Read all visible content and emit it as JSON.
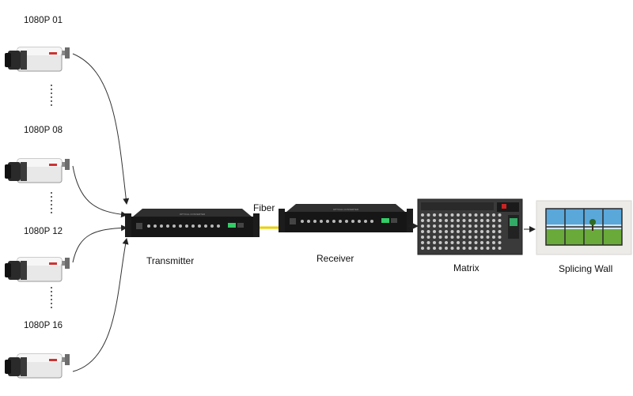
{
  "cameras": [
    {
      "label": "1080P 01"
    },
    {
      "label": "1080P 08"
    },
    {
      "label": "1080P 12"
    },
    {
      "label": "1080P 16"
    }
  ],
  "devices": {
    "transmitter": {
      "label": "Transmitter"
    },
    "fiber": {
      "label": "Fiber"
    },
    "receiver": {
      "label": "Receiver"
    },
    "matrix": {
      "label": "Matrix"
    },
    "splicing_wall": {
      "label": "Splicing Wall"
    }
  }
}
